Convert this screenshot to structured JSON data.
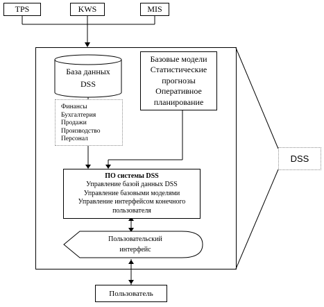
{
  "sources": [
    "TPS",
    "KWS",
    "MIS"
  ],
  "database": {
    "lines": [
      "База данных",
      "DSS"
    ]
  },
  "models": {
    "lines": [
      "Базовые модели",
      "Статистические",
      "прогнозы",
      "Оперативное",
      "планирование"
    ]
  },
  "domains": {
    "lines": [
      "Финансы",
      "Бухгалтерия",
      "Продажи",
      "Производство",
      "Персонал"
    ]
  },
  "software": {
    "title": "ПО системы DSS",
    "lines": [
      "Управление базой данных DSS",
      "Управление базовыми моделями",
      "Управление интерфейсом конечного",
      "пользователя"
    ]
  },
  "interface": {
    "lines": [
      "Пользовательский",
      "интерфейс"
    ]
  },
  "dss_label": "DSS",
  "user": "Пользователь"
}
